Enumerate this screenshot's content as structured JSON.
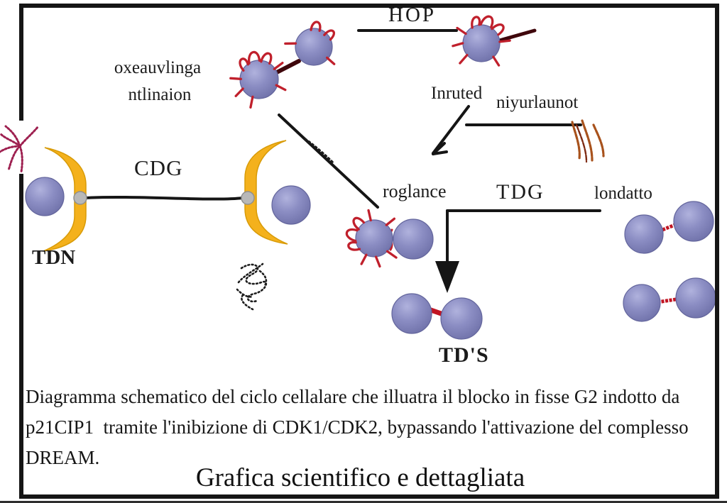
{
  "figure": {
    "top_label": "HOP",
    "left_note_line1": "oxeauvlinga",
    "left_note_line2": "ntlinaion",
    "inhibitor_label_1": "Inruted",
    "inhibitor_label_2": "niyurlaunot",
    "cdg_label": "CDG",
    "tdn_label": "TDN",
    "roglance_label": "roglance",
    "tdg_label": "TDG",
    "londatto_label": "londatto",
    "tds_label": "TD'S"
  },
  "caption": {
    "line1": "Diagramma schematico del ciclo cellalare che illuatra il blocko in fisse G2 indotto da",
    "line2": "p21CIP1  tramite l'inibizione di CDK1/CDK2, bypassando l'attivazione del complesso",
    "line3": "DREAM."
  },
  "title": "Grafica scientifico e dettagliata",
  "colors": {
    "cell_fill": "#8b8dc3",
    "cell_edge": "#63659c",
    "membrane_red": "#c0202c",
    "connector_dark_red": "#3f070c",
    "rope_red": "#c11422",
    "bracket_yellow": "#f4b11c",
    "bracket_edge": "#d89b08",
    "anchor_gray": "#b8b8b8",
    "star_pink": "#9e2050",
    "scratch_orange": "#a8521c",
    "line_black": "#151515"
  }
}
